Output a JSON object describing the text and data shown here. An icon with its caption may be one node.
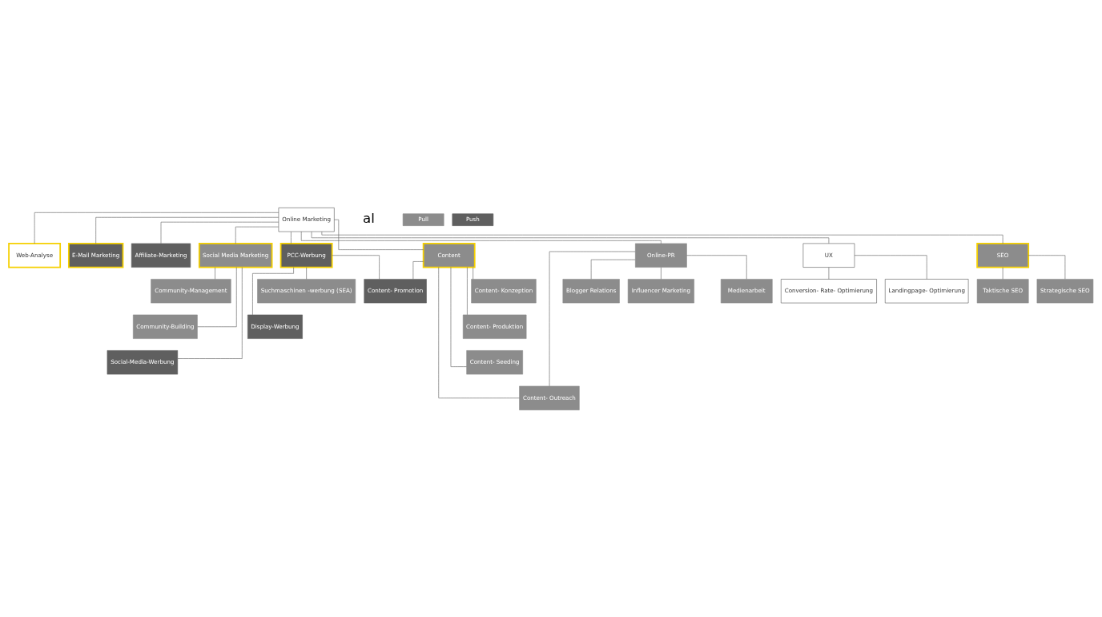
{
  "diagram": {
    "nodes": [
      {
        "text": [
          "Online Marketing"
        ]
      },
      {
        "text": [
          "Web-Analyse"
        ]
      },
      {
        "text": [
          "E-Mail Marketing"
        ]
      },
      {
        "text": [
          "Affiliate-Marketing"
        ]
      },
      {
        "text": [
          "Social Media Marketing"
        ]
      },
      {
        "text": [
          "PCC-Werbung"
        ]
      },
      {
        "text": [
          "UX"
        ]
      },
      {
        "text": [
          "SEO"
        ]
      },
      {
        "text": [
          "Content"
        ]
      },
      {
        "text": [
          "Online-PR"
        ]
      },
      {
        "text": [
          "Community-Management"
        ]
      },
      {
        "text": [
          "Community-Building"
        ]
      },
      {
        "text": [
          "Social-Media-Werbung"
        ]
      },
      {
        "text": [
          "Suchmaschinen -werbung (SEA)"
        ]
      },
      {
        "text": [
          "Display-Werbung"
        ]
      },
      {
        "text": [
          "Conversion- Rate- Optimierung"
        ]
      },
      {
        "text": [
          "Landingpage- Optimierung"
        ]
      },
      {
        "text": [
          "Taktische SEO"
        ]
      },
      {
        "text": [
          "Strategische SEO"
        ]
      },
      {
        "text": [
          "Content- Konzeption"
        ]
      },
      {
        "text": [
          "Content- Produktion"
        ]
      },
      {
        "text": [
          "Content- Seeding"
        ]
      },
      {
        "text": [
          "Content- Outreach"
        ]
      },
      {
        "text": [
          "Content- Promotion"
        ]
      },
      {
        "text": [
          "Medienarbeit"
        ]
      },
      {
        "text": [
          "Blogger Relations"
        ]
      },
      {
        "text": [
          "Influencer Marketing"
        ]
      }
    ],
    "edges": [
      {
        "from": 0,
        "to": 1,
        "arrow": "none"
      },
      {
        "from": 0,
        "to": 2,
        "arrow": "none"
      },
      {
        "from": 0,
        "to": 3,
        "arrow": "none"
      },
      {
        "from": 0,
        "to": 4,
        "arrow": "none"
      },
      {
        "from": 0,
        "to": 5,
        "arrow": "none"
      },
      {
        "from": 0,
        "to": 6,
        "arrow": "none"
      },
      {
        "from": 0,
        "to": 7,
        "arrow": "none"
      },
      {
        "from": 0,
        "to": 8,
        "arrow": "none"
      },
      {
        "from": 0,
        "to": 9,
        "arrow": "none"
      },
      {
        "from": 4,
        "to": 10,
        "arrow": "none"
      },
      {
        "from": 4,
        "to": 11,
        "arrow": "none"
      },
      {
        "from": 4,
        "to": 12,
        "arrow": "none"
      },
      {
        "from": 5,
        "to": 13,
        "arrow": "none"
      },
      {
        "from": 5,
        "to": 14,
        "arrow": "none"
      },
      {
        "from": 5,
        "to": 23,
        "arrow": "none"
      },
      {
        "from": 6,
        "to": 15,
        "arrow": "none"
      },
      {
        "from": 6,
        "to": 16,
        "arrow": "none"
      },
      {
        "from": 7,
        "to": 17,
        "arrow": "none"
      },
      {
        "from": 7,
        "to": 18,
        "arrow": "none"
      },
      {
        "from": 8,
        "to": 19,
        "arrow": "none"
      },
      {
        "from": 8,
        "to": 20,
        "arrow": "none"
      },
      {
        "from": 8,
        "to": 21,
        "arrow": "none"
      },
      {
        "from": 8,
        "to": 22,
        "arrow": "none"
      },
      {
        "from": 8,
        "to": 23,
        "arrow": "none"
      },
      {
        "from": 9,
        "to": 24,
        "arrow": "none"
      },
      {
        "from": 9,
        "to": 25,
        "arrow": "none"
      },
      {
        "from": 9,
        "to": 26,
        "arrow": "none"
      },
      {
        "from": 9,
        "to": 22,
        "arrow": "none"
      }
    ],
    "labels": [
      "al"
    ],
    "legend": [
      {
        "text": "Pull",
        "color": "#8c8c8c"
      },
      {
        "text": "Push",
        "color": "#5f5f5f"
      }
    ]
  }
}
